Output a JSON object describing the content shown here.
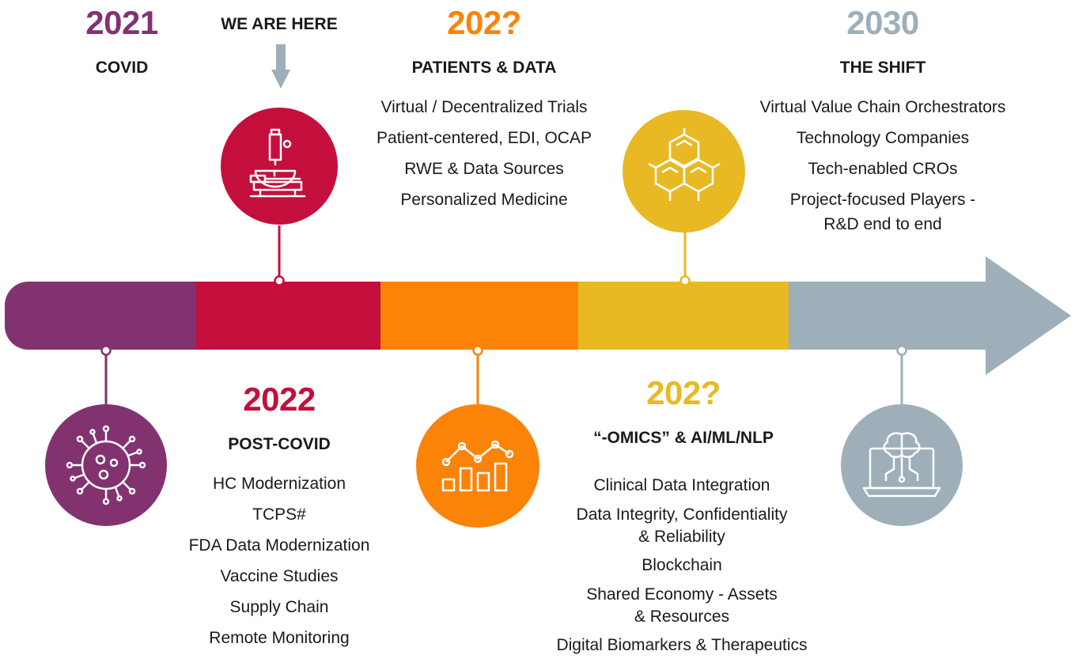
{
  "colors": {
    "purple": "#833270",
    "crimson": "#C40F3C",
    "orange": "#FB8307",
    "gold": "#E8B923",
    "gray": "#9EAFB9"
  },
  "top": {
    "covid": {
      "year": "2021",
      "heading": "COVID",
      "icon": "virus-icon"
    },
    "here": {
      "label": "WE ARE HERE",
      "icon": "microscope-icon"
    },
    "patients": {
      "year": "202?",
      "heading": "PATIENTS & DATA",
      "items": [
        "Virtual / Decentralized Trials",
        "Patient-centered, EDI, OCAP",
        "RWE & Data Sources",
        "Personalized Medicine"
      ]
    },
    "shift": {
      "year": "2030",
      "heading": "THE SHIFT",
      "icon": "molecule-hexagons-icon",
      "items": [
        "Virtual Value Chain Orchestrators",
        "Technology Companies",
        "Tech-enabled CROs",
        "Project-focused Players -",
        "R&D end to end"
      ]
    }
  },
  "bottom": {
    "postcovid": {
      "year": "2022",
      "heading": "POST-COVID",
      "items": [
        "HC Modernization",
        "TCPS#",
        "FDA Data Modernization",
        "Vaccine Studies",
        "Supply Chain",
        "Remote Monitoring"
      ]
    },
    "chart_icon": "bar-line-chart-icon",
    "omics": {
      "year": "202?",
      "heading": "“-OMICS” & AI/ML/NLP",
      "items": [
        "Clinical Data Integration",
        "Data Integrity, Confidentiality",
        "& Reliability",
        "Blockchain",
        "Shared Economy - Assets",
        "& Resources",
        "Digital Biomarkers & Therapeutics"
      ]
    },
    "ai_icon": "brain-laptop-icon"
  }
}
